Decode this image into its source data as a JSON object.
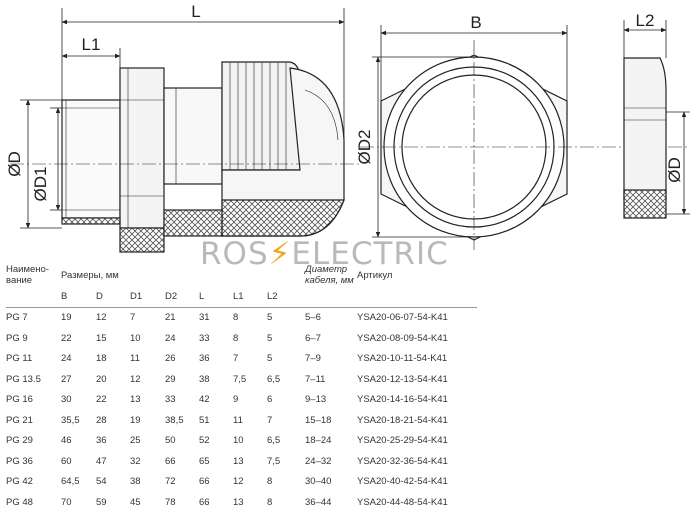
{
  "drawing": {
    "dim_L": "L",
    "dim_L1": "L1",
    "dim_D": "ØD",
    "dim_D1": "ØD1",
    "dim_B": "B",
    "dim_D2": "ØD2",
    "dim_L2": "L2",
    "dim_D_nut": "ØD"
  },
  "watermark": {
    "left": "ROS",
    "bolt": "⚡",
    "right": "ELECTRIC"
  },
  "table": {
    "header_name": "Наимено-\nвание",
    "header_sizes": "Размеры, мм",
    "header_cable": "Диаметр\nкабеля, мм",
    "header_article": "Артикул",
    "columns": [
      "B",
      "D",
      "D1",
      "D2",
      "L",
      "L1",
      "L2"
    ],
    "rows": [
      [
        "PG 7",
        "19",
        "12",
        "7",
        "21",
        "31",
        "8",
        "5",
        "5–6",
        "YSA20-06-07-54-K41"
      ],
      [
        "PG 9",
        "22",
        "15",
        "10",
        "24",
        "33",
        "8",
        "5",
        "6–7",
        "YSA20-08-09-54-K41"
      ],
      [
        "PG 11",
        "24",
        "18",
        "11",
        "26",
        "36",
        "7",
        "5",
        "7–9",
        "YSA20-10-11-54-K41"
      ],
      [
        "PG 13.5",
        "27",
        "20",
        "12",
        "29",
        "38",
        "7,5",
        "6,5",
        "7–11",
        "YSA20-12-13-54-K41"
      ],
      [
        "PG 16",
        "30",
        "22",
        "13",
        "33",
        "42",
        "9",
        "6",
        "9–13",
        "YSA20-14-16-54-K41"
      ],
      [
        "PG 21",
        "35,5",
        "28",
        "19",
        "38,5",
        "51",
        "11",
        "7",
        "15–18",
        "YSA20-18-21-54-K41"
      ],
      [
        "PG 29",
        "46",
        "36",
        "25",
        "50",
        "52",
        "10",
        "6,5",
        "18–24",
        "YSA20-25-29-54-K41"
      ],
      [
        "PG 36",
        "60",
        "47",
        "32",
        "66",
        "65",
        "13",
        "7,5",
        "24–32",
        "YSA20-32-36-54-K41"
      ],
      [
        "PG 42",
        "64,5",
        "54",
        "38",
        "72",
        "66",
        "12",
        "8",
        "30–40",
        "YSA20-40-42-54-K41"
      ],
      [
        "PG 48",
        "70",
        "59",
        "45",
        "78",
        "66",
        "13",
        "8",
        "36–44",
        "YSA20-44-48-54-K41"
      ]
    ]
  },
  "colors": {
    "line": "#222222",
    "hatch": "#555555",
    "fill": "#f4f4f4",
    "watermark": "#b9b9b9",
    "bolt": "#f2a51c"
  }
}
